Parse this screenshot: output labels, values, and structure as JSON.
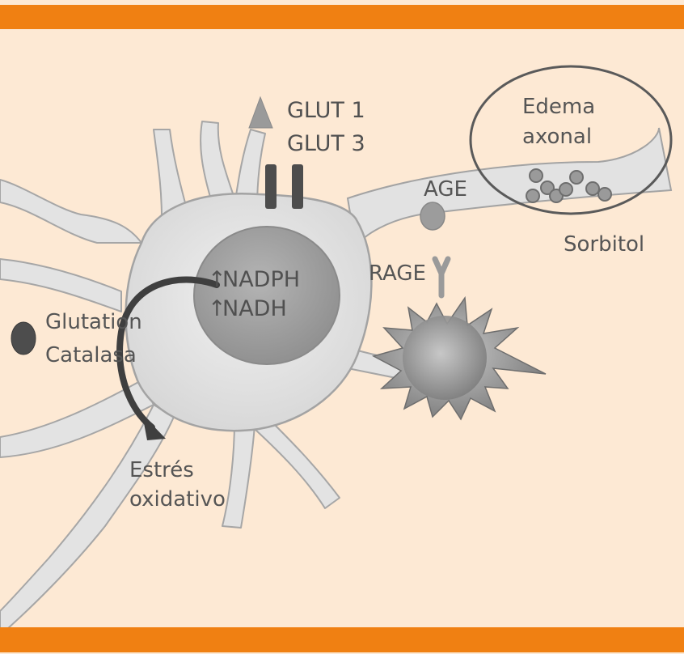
{
  "colors": {
    "background": "#fde9d4",
    "accent_bar": "#f08012",
    "cell_fill": "#e4e4e4",
    "cell_stroke": "#a6a6a6",
    "nucleus_fill": "#9c9c9c",
    "dark_marker": "#4d4d4d",
    "label_text": "#555555"
  },
  "labels": {
    "glut1": "GLUT 1",
    "glut3": "GLUT 3",
    "edema_line1": "Edema",
    "edema_line2": "axonal",
    "age": "AGE",
    "sorbitol": "Sorbitol",
    "rage": "RAGE",
    "nadph": "NADPH",
    "nadh": "NADH",
    "arrow_symbol": "↑",
    "glutation": "Glutation",
    "catalasa": "Catalasa",
    "estres": "Estrés",
    "oxidativo": "oxidativo"
  },
  "icons": {
    "glut_marker": "triangle-icon",
    "transporter": "glut-transporter-icon",
    "antioxidant": "antioxidant-dot-icon",
    "rage_receptor": "y-receptor-icon",
    "age_particle": "age-ball-icon"
  }
}
